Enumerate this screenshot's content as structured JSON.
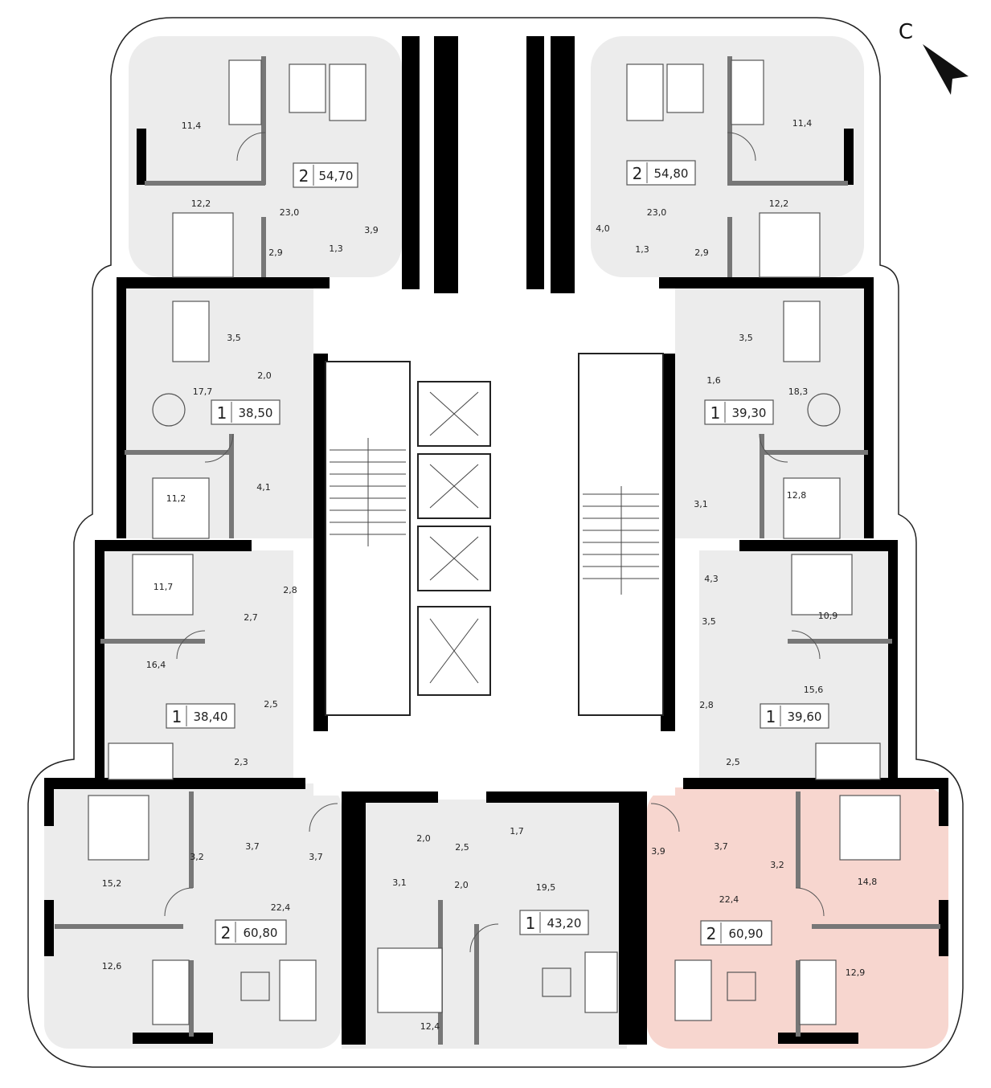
{
  "compass": {
    "letter": "С"
  },
  "apartments": [
    {
      "id": "apt-nw",
      "rooms": "2",
      "area": "54,70",
      "highlight": false
    },
    {
      "id": "apt-ne",
      "rooms": "2",
      "area": "54,80",
      "highlight": false
    },
    {
      "id": "apt-w-upper",
      "rooms": "1",
      "area": "38,50",
      "highlight": false
    },
    {
      "id": "apt-e-upper",
      "rooms": "1",
      "area": "39,30",
      "highlight": false
    },
    {
      "id": "apt-w-lower",
      "rooms": "1",
      "area": "38,40",
      "highlight": false
    },
    {
      "id": "apt-e-lower",
      "rooms": "1",
      "area": "39,60",
      "highlight": false
    },
    {
      "id": "apt-sw",
      "rooms": "2",
      "area": "60,80",
      "highlight": false
    },
    {
      "id": "apt-s",
      "rooms": "1",
      "area": "43,20",
      "highlight": false
    },
    {
      "id": "apt-se",
      "rooms": "2",
      "area": "60,90",
      "highlight": true
    }
  ],
  "room_areas": [
    "11,4",
    "12,2",
    "23,0",
    "2,9",
    "1,3",
    "3,9",
    "11,4",
    "12,2",
    "23,0",
    "4,0",
    "1,3",
    "2,9",
    "3,5",
    "2,0",
    "17,7",
    "4,1",
    "11,2",
    "3,5",
    "1,6",
    "18,3",
    "3,1",
    "12,8",
    "11,7",
    "2,8",
    "2,7",
    "16,4",
    "2,5",
    "2,3",
    "4,3",
    "3,5",
    "10,9",
    "15,6",
    "2,8",
    "2,5",
    "15,2",
    "3,2",
    "3,7",
    "3,7",
    "22,4",
    "12,6",
    "2,0",
    "3,1",
    "2,5",
    "2,0",
    "1,7",
    "19,5",
    "12,4",
    "3,9",
    "3,7",
    "3,2",
    "22,4",
    "14,8",
    "12,9"
  ],
  "colors": {
    "highlight": "#f7d6cf",
    "apartment_fill": "#ececec",
    "wall": "#000000"
  }
}
